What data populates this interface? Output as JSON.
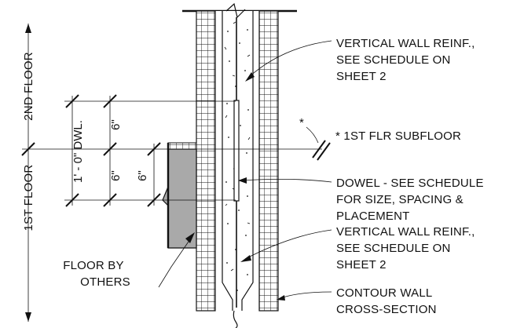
{
  "labels": {
    "vertical_reinf_top": [
      "VERTICAL WALL REINF.,",
      "SEE SCHEDULE ON",
      "SHEET 2"
    ],
    "subfloor_mark": "*",
    "subfloor": "* 1ST FLR SUBFLOOR",
    "dowel": [
      "DOWEL - SEE SCHEDULE",
      "FOR SIZE, SPACING &",
      "PLACEMENT"
    ],
    "vertical_reinf_bottom": [
      "VERTICAL WALL REINF.,",
      "SEE SCHEDULE ON",
      "SHEET 2"
    ],
    "contour_wall": [
      "CONTOUR WALL",
      "CROSS-SECTION"
    ],
    "floor_by_others": [
      "FLOOR BY",
      "OTHERS"
    ]
  },
  "side_labels": {
    "second_floor": "2ND FLOOR",
    "first_floor": "1ST FLOOR"
  },
  "dimensions": {
    "dowel_length": "1' - 0\" DWL.",
    "upper_6": "6\"",
    "lower_6": "6\"",
    "side_6": "6\""
  },
  "colors": {
    "line": "#111111",
    "floor_fill": "#a9a9a9",
    "concrete_fill": "#ffffff"
  }
}
